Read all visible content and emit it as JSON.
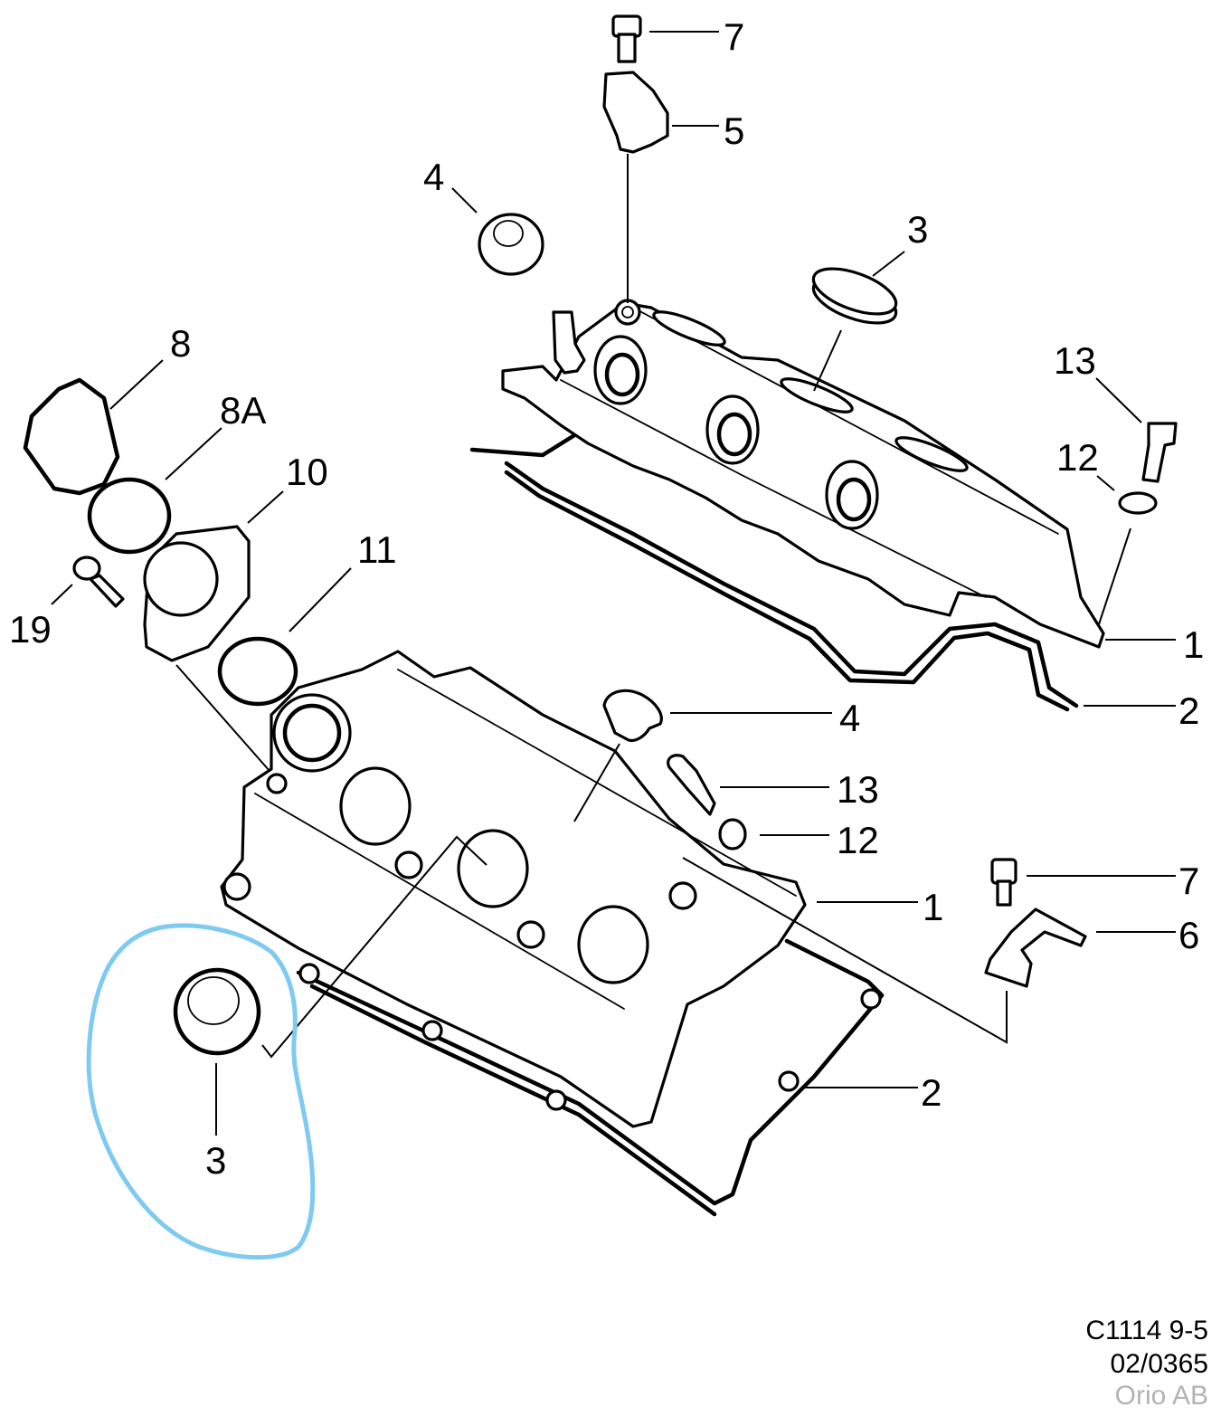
{
  "diagram": {
    "title": "Valve cover exploded view",
    "callouts": [
      {
        "id": "c7-top",
        "label": "7",
        "part": "bolt"
      },
      {
        "id": "c5",
        "label": "5",
        "part": "bracket"
      },
      {
        "id": "c4-top",
        "label": "4",
        "part": "plug"
      },
      {
        "id": "c3-top",
        "label": "3",
        "part": "seal"
      },
      {
        "id": "c8",
        "label": "8",
        "part": "oil-filler-cap"
      },
      {
        "id": "c8a",
        "label": "8A",
        "part": "o-ring"
      },
      {
        "id": "c10",
        "label": "10",
        "part": "filler-neck"
      },
      {
        "id": "c11",
        "label": "11",
        "part": "o-ring"
      },
      {
        "id": "c19",
        "label": "19",
        "part": "bolt"
      },
      {
        "id": "c13-top",
        "label": "13",
        "part": "bolt"
      },
      {
        "id": "c12-top",
        "label": "12",
        "part": "grommet"
      },
      {
        "id": "c1-top",
        "label": "1",
        "part": "valve-cover"
      },
      {
        "id": "c2-top",
        "label": "2",
        "part": "gasket"
      },
      {
        "id": "c4-mid",
        "label": "4",
        "part": "plug"
      },
      {
        "id": "c13-mid",
        "label": "13",
        "part": "bolt"
      },
      {
        "id": "c12-mid",
        "label": "12",
        "part": "grommet"
      },
      {
        "id": "c7-mid",
        "label": "7",
        "part": "bolt"
      },
      {
        "id": "c1-mid",
        "label": "1",
        "part": "valve-cover"
      },
      {
        "id": "c6",
        "label": "6",
        "part": "bracket"
      },
      {
        "id": "c2-mid",
        "label": "2",
        "part": "gasket"
      },
      {
        "id": "c3-bottom",
        "label": "3",
        "part": "seal"
      }
    ],
    "annotation": {
      "shape": "freehand-loop",
      "highlights": "3",
      "color": "#7fcaf0"
    }
  },
  "footer": {
    "code": "C1114 9-5",
    "date": "02/0365",
    "owner": "Orio AB"
  },
  "colors": {
    "line": "#000000",
    "background": "#ffffff",
    "annotation": "#7fcaf0",
    "owner_text": "#b3b3b3"
  }
}
